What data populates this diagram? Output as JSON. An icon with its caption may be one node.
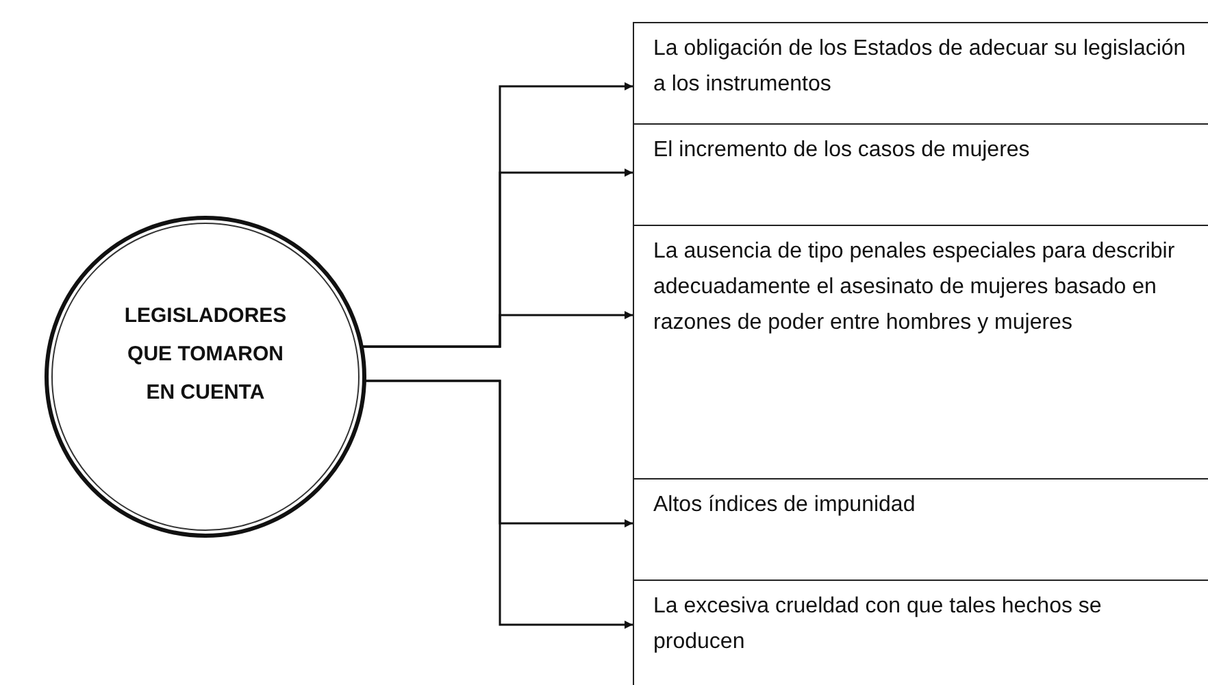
{
  "diagram": {
    "nodes": [
      {
        "text": [
          "LEGISLADORES QUE TOMARON EN CUENTA"
        ]
      },
      {
        "text": [
          "La obligación de los Estados de adecuar su legislación a los instrumentos"
        ]
      },
      {
        "text": [
          "El incremento de los casos de mujeres"
        ]
      },
      {
        "text": [
          "La ausencia de tipo penales especiales para describir adecuadamente el asesinato de mujeres basado en razones de poder entre hombres y mujeres"
        ]
      },
      {
        "text": [
          "Altos índices de impunidad"
        ]
      },
      {
        "text": [
          "La excesiva crueldad con que tales hechos se producen"
        ]
      }
    ],
    "edges": [
      {
        "from": 0,
        "to": 1,
        "arrow": "to"
      },
      {
        "from": 0,
        "to": 2,
        "arrow": "to"
      },
      {
        "from": 0,
        "to": 3,
        "arrow": "to"
      },
      {
        "from": 0,
        "to": 4,
        "arrow": "to"
      },
      {
        "from": 0,
        "to": 5,
        "arrow": "to"
      }
    ]
  }
}
